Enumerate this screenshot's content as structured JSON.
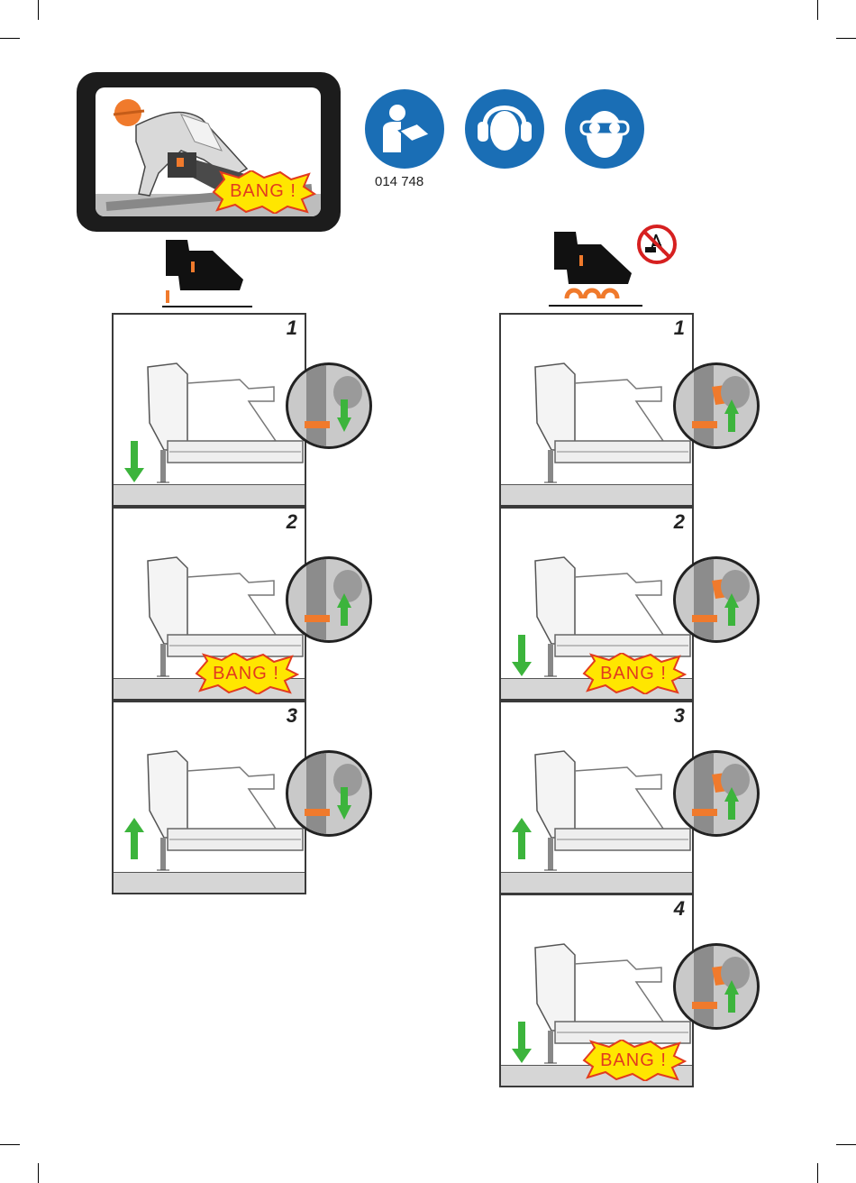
{
  "signs": {
    "manual_caption": "014 748",
    "read_manual_icon": "read-manual-icon",
    "ear_protection_icon": "ear-protection-icon",
    "eye_protection_icon": "eye-protection-icon",
    "no_ladder_icon": "no-ladder-icon"
  },
  "hero": {
    "bang_text": "BANG !"
  },
  "left_column": {
    "mode_icon": "single-sequential-actuation-icon",
    "steps": [
      {
        "number": "1",
        "bang": ""
      },
      {
        "number": "2",
        "bang": "BANG !"
      },
      {
        "number": "3",
        "bang": ""
      }
    ]
  },
  "right_column": {
    "mode_icon": "contact-actuation-icon",
    "steps": [
      {
        "number": "1",
        "bang": ""
      },
      {
        "number": "2",
        "bang": "BANG !"
      },
      {
        "number": "3",
        "bang": ""
      },
      {
        "number": "4",
        "bang": "BANG !"
      }
    ]
  },
  "colors": {
    "sign_blue": "#1a6eb5",
    "arrow_green": "#3cb43c",
    "accent_orange": "#f07a2c",
    "bang_yellow": "#ffe600",
    "bang_red": "#e23b1e"
  }
}
